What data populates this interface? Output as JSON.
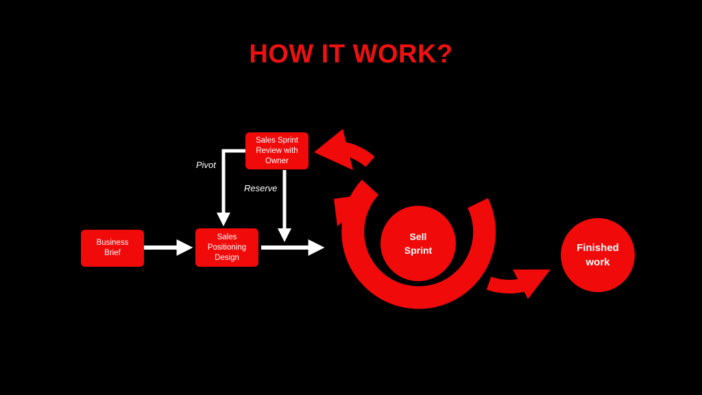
{
  "title": "HOW IT WORK?",
  "nodes": {
    "business_brief": "Business\nBrief",
    "sales_positioning": "Sales\nPositioning\nDesign",
    "sprint_review": "Sales Sprint\nReview with\nOwner",
    "sell_sprint": "Sell\nSprint",
    "finished_work": "Finished\nwork"
  },
  "edge_labels": {
    "pivot": "Pivot",
    "reserve": "Reserve"
  },
  "colors": {
    "accent": "#f00a0a",
    "background": "#000000",
    "arrow": "#ffffff"
  }
}
